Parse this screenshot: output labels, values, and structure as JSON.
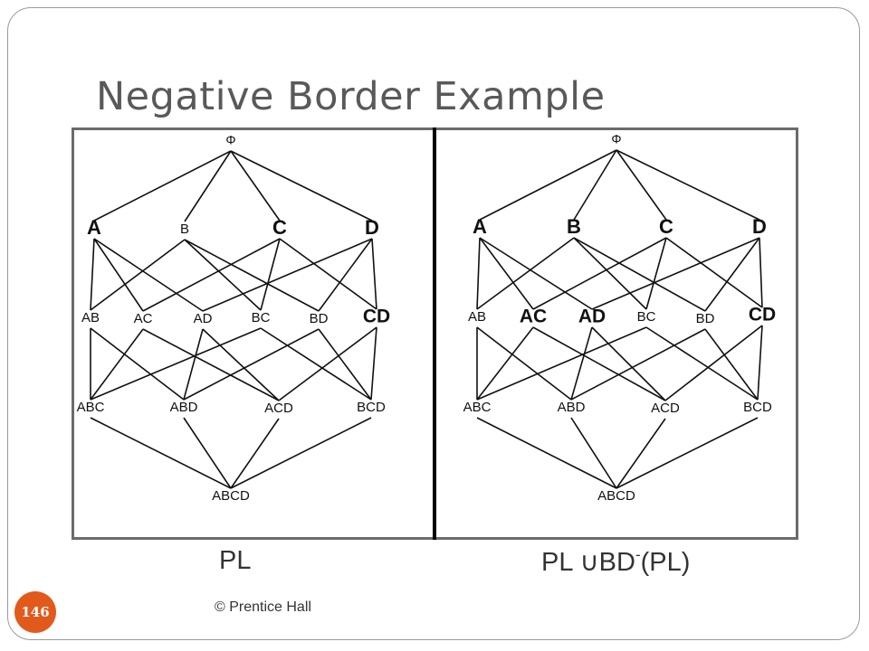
{
  "slide": {
    "title": "Negative Border Example",
    "footer": "© Prentice Hall",
    "page_number": "146"
  },
  "captions": {
    "left": "PL",
    "right_prefix": "PL ∪BD",
    "right_sup": "-",
    "right_suffix": "(PL)"
  },
  "diagram": {
    "left": {
      "nodes": [
        {
          "id": "Φ",
          "label": "Φ",
          "highlight": false
        },
        {
          "id": "A",
          "label": "A",
          "highlight": true
        },
        {
          "id": "B",
          "label": "B",
          "highlight": false
        },
        {
          "id": "C",
          "label": "C",
          "highlight": true
        },
        {
          "id": "D",
          "label": "D",
          "highlight": true
        },
        {
          "id": "AB",
          "label": "AB",
          "highlight": false
        },
        {
          "id": "AC",
          "label": "AC",
          "highlight": false
        },
        {
          "id": "AD",
          "label": "AD",
          "highlight": false
        },
        {
          "id": "BC",
          "label": "BC",
          "highlight": false
        },
        {
          "id": "BD",
          "label": "BD",
          "highlight": false
        },
        {
          "id": "CD",
          "label": "CD",
          "highlight": true
        },
        {
          "id": "ABC",
          "label": "ABC",
          "highlight": false
        },
        {
          "id": "ABD",
          "label": "ABD",
          "highlight": false
        },
        {
          "id": "ACD",
          "label": "ACD",
          "highlight": false
        },
        {
          "id": "BCD",
          "label": "BCD",
          "highlight": false
        },
        {
          "id": "ABCD",
          "label": "ABCD",
          "highlight": false
        }
      ]
    },
    "right": {
      "nodes": [
        {
          "id": "Φ",
          "label": "Φ",
          "highlight": false
        },
        {
          "id": "A",
          "label": "A",
          "highlight": true
        },
        {
          "id": "B",
          "label": "B",
          "highlight": true
        },
        {
          "id": "C",
          "label": "C",
          "highlight": true
        },
        {
          "id": "D",
          "label": "D",
          "highlight": true
        },
        {
          "id": "AB",
          "label": "AB",
          "highlight": false
        },
        {
          "id": "AC",
          "label": "AC",
          "highlight": true
        },
        {
          "id": "AD",
          "label": "AD",
          "highlight": true
        },
        {
          "id": "BC",
          "label": "BC",
          "highlight": false
        },
        {
          "id": "BD",
          "label": "BD",
          "highlight": false
        },
        {
          "id": "CD",
          "label": "CD",
          "highlight": true
        },
        {
          "id": "ABC",
          "label": "ABC",
          "highlight": false
        },
        {
          "id": "ABD",
          "label": "ABD",
          "highlight": false
        },
        {
          "id": "ACD",
          "label": "ACD",
          "highlight": false
        },
        {
          "id": "BCD",
          "label": "BCD",
          "highlight": false
        },
        {
          "id": "ABCD",
          "label": "ABCD",
          "highlight": false
        }
      ]
    },
    "edges": [
      [
        "Φ",
        "A"
      ],
      [
        "Φ",
        "B"
      ],
      [
        "Φ",
        "C"
      ],
      [
        "Φ",
        "D"
      ],
      [
        "A",
        "AB"
      ],
      [
        "A",
        "AC"
      ],
      [
        "A",
        "AD"
      ],
      [
        "B",
        "AB"
      ],
      [
        "B",
        "BC"
      ],
      [
        "B",
        "BD"
      ],
      [
        "C",
        "AC"
      ],
      [
        "C",
        "BC"
      ],
      [
        "C",
        "CD"
      ],
      [
        "D",
        "AD"
      ],
      [
        "D",
        "BD"
      ],
      [
        "D",
        "CD"
      ],
      [
        "AB",
        "ABC"
      ],
      [
        "AB",
        "ABD"
      ],
      [
        "AC",
        "ABC"
      ],
      [
        "AC",
        "ACD"
      ],
      [
        "AD",
        "ABD"
      ],
      [
        "AD",
        "ACD"
      ],
      [
        "BC",
        "ABC"
      ],
      [
        "BC",
        "BCD"
      ],
      [
        "BD",
        "ABD"
      ],
      [
        "BD",
        "BCD"
      ],
      [
        "CD",
        "ACD"
      ],
      [
        "CD",
        "BCD"
      ],
      [
        "ABC",
        "ABCD"
      ],
      [
        "ABD",
        "ABCD"
      ],
      [
        "ACD",
        "ABCD"
      ],
      [
        "BCD",
        "ABCD"
      ]
    ]
  }
}
